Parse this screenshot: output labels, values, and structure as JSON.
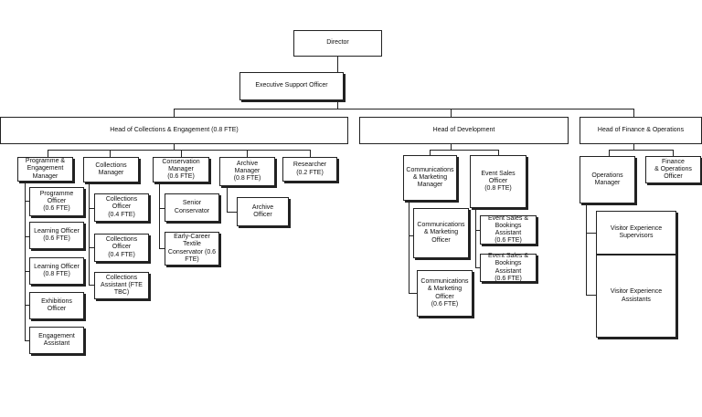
{
  "director": "Director",
  "exec_support": "Executive Support Officer",
  "heads": {
    "collections": "Head of Collections & Engagement (0.8 FTE)",
    "development": "Head of Development",
    "finance": "Head of Finance & Operations"
  },
  "collections": {
    "programme_manager": "Programme &\nEngagement\nManager",
    "programme_officer": "Programme\nOfficer\n(0.6 FTE)",
    "learning_officer_1": "Learning Officer\n(0.6 FTE)",
    "learning_officer_2": "Learning Officer\n(0.8 FTE)",
    "exhibitions_officer": "Exhibitions Officer",
    "engagement_assistant": "Engagement\nAssistant",
    "collections_manager": "Collections\nManager",
    "collections_officer_1": "Collections Officer\n(0.4 FTE)",
    "collections_officer_2": "Collections Officer\n(0.4 FTE)",
    "collections_assistant": "Collections\nAssistant (FTE\nTBC)",
    "conservation_manager": "Conservation\nManager\n(0.6 FTE)",
    "senior_conservator": "Senior\nConservator",
    "textile_conservator": "Early-Career\nTextile\nConservator (0.6\nFTE)",
    "archive_manager": "Archive\nManager\n(0.8 FTE)",
    "archive_officer": "Archive\nOfficer",
    "researcher": "Researcher\n(0.2 FTE)"
  },
  "development": {
    "comms_manager": "Communications\n& Marketing\nManager",
    "comms_officer_1": "Communications\n& Marketing\nOfficer",
    "comms_officer_2": "Communications\n& Marketing\nOfficer\n(0.6 FTE)",
    "event_sales_officer": "Event Sales\nOfficer\n(0.8 FTE)",
    "event_assistant_1": "Event Sales &\nBookings\nAssistant\n(0.6 FTE)",
    "event_assistant_2": "Event Sales &\nBookings\nAssistant\n(0.6 FTE)"
  },
  "finance": {
    "operations_manager": "Operations\nManager",
    "finance_officer": "Finance\n& Operations\nOfficer",
    "ve_supervisors": "Visitor Experience\nSupervisors",
    "ve_assistants": "Visitor Experience\nAssistants"
  }
}
